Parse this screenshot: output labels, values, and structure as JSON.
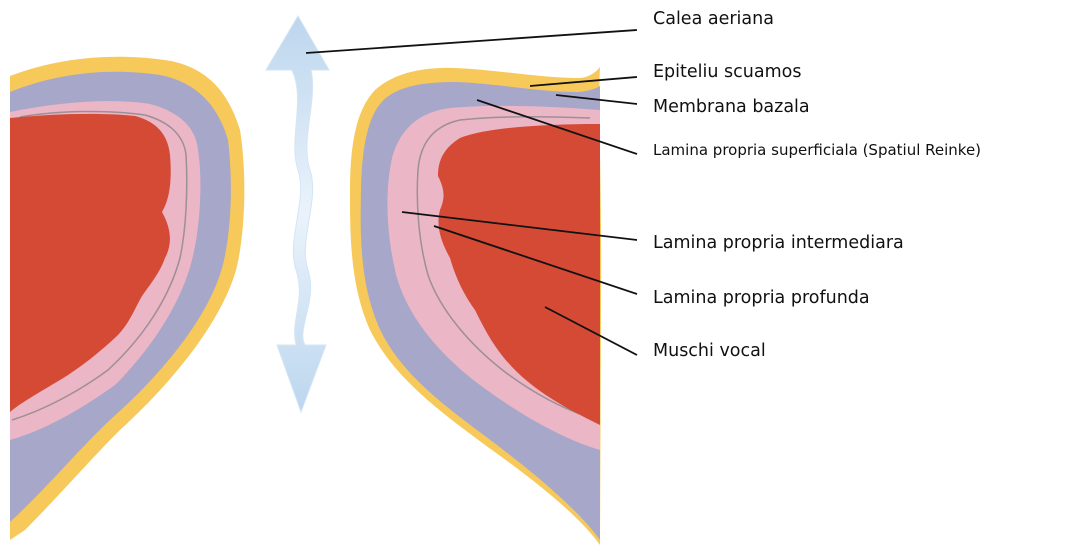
{
  "colors": {
    "epithelium": "#F7C95A",
    "superficial": "#A7A7C9",
    "intermediate": "#EBB6C6",
    "muscle": "#D44A35",
    "line": "#9D8F96",
    "arrow": "#C7DDF0",
    "leader": "#111111"
  },
  "icons": {
    "airway": "double-arrow-icon"
  },
  "labels": [
    {
      "id": "calea-aeriana",
      "text": "Calea aeriana"
    },
    {
      "id": "epiteliu-scuamos",
      "text": "Epiteliu scuamos"
    },
    {
      "id": "membrana-bazala",
      "text": "Membrana bazala"
    },
    {
      "id": "lamina-superficiala",
      "text": "Lamina propria superficiala (Spatiul Reinke)"
    },
    {
      "id": "lamina-intermediara",
      "text": "Lamina propria intermediara"
    },
    {
      "id": "lamina-profunda",
      "text": "Lamina propria profunda"
    },
    {
      "id": "muschi-vocal",
      "text": "Muschi vocal"
    }
  ]
}
